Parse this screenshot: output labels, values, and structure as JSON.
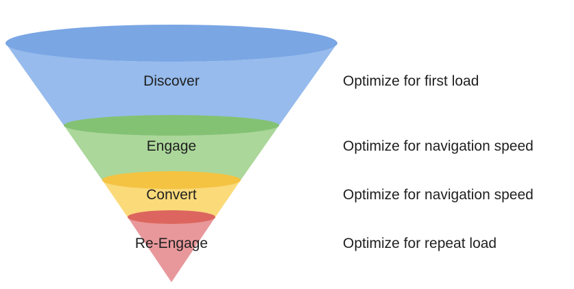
{
  "diagram": {
    "type": "funnel",
    "background": "#ffffff",
    "text_color": "#1f1f1f",
    "segments": [
      {
        "label": "Discover",
        "note": "Optimize for first load",
        "body_color": "#96bbec",
        "rim_color": "#7aa6e4"
      },
      {
        "label": "Engage",
        "note": "Optimize for navigation speed",
        "body_color": "#abd79a",
        "rim_color": "#84c273"
      },
      {
        "label": "Convert",
        "note": "Optimize for navigation speed",
        "body_color": "#fbda7a",
        "rim_color": "#f5c342"
      },
      {
        "label": "Re-Engage",
        "note": "Optimize for repeat load",
        "body_color": "#e8989b",
        "rim_color": "#dc665f"
      }
    ]
  }
}
